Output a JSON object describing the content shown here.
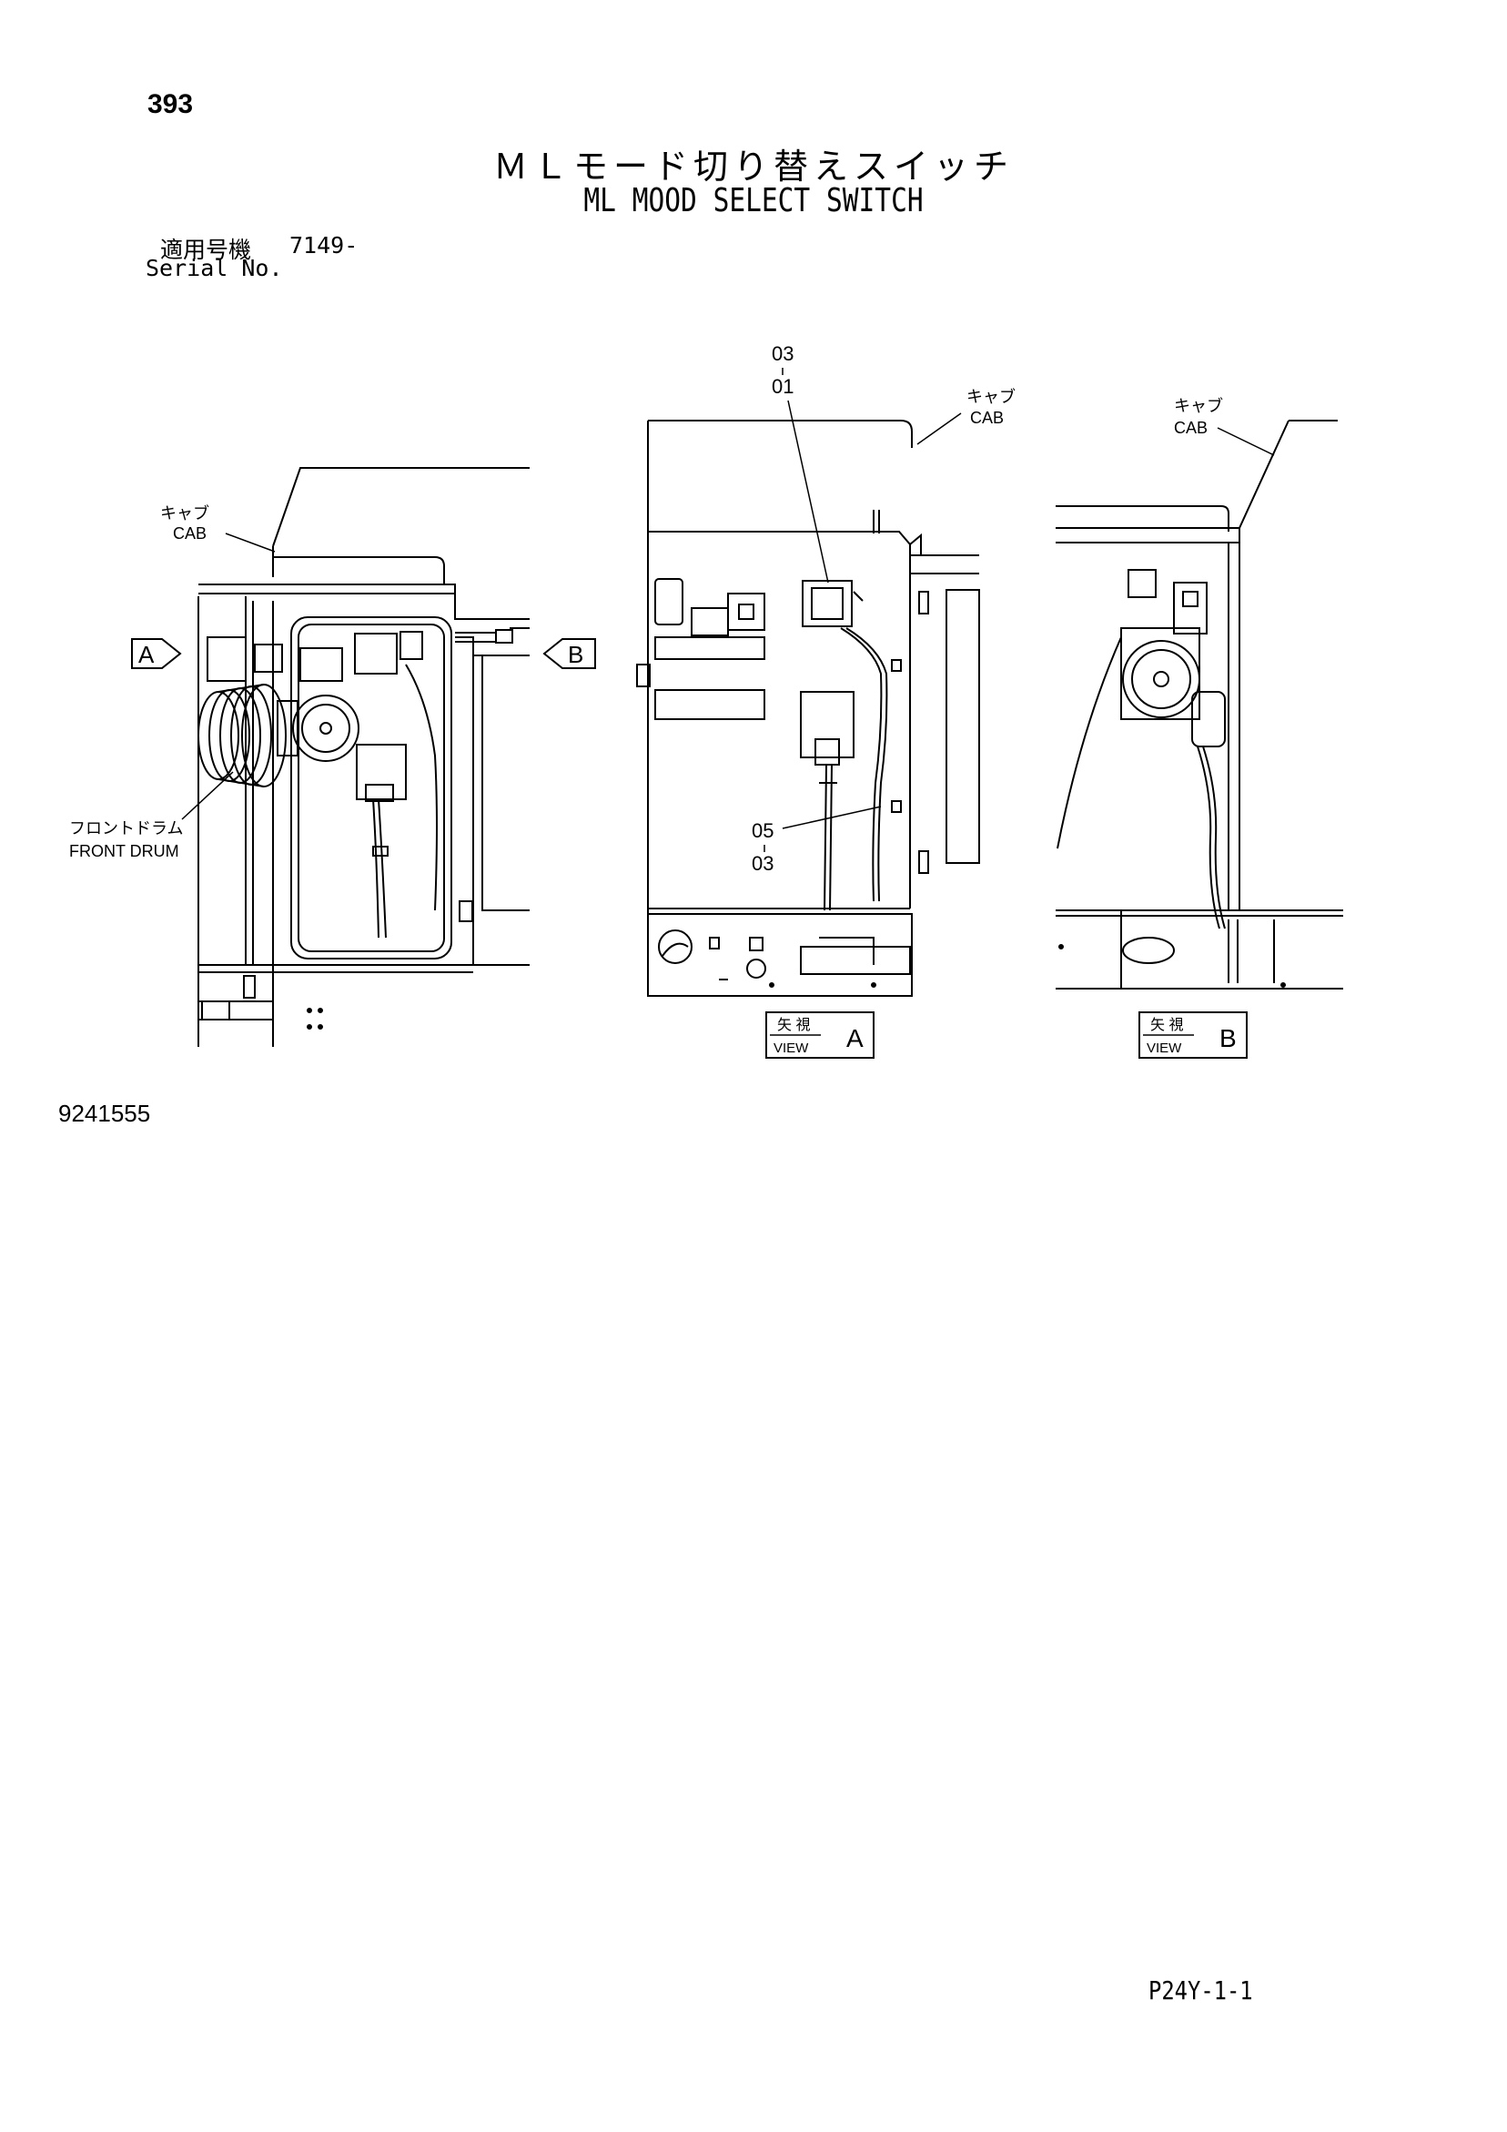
{
  "header": {
    "page_number": "393",
    "title_jp": "ＭＬモード切り替えスイッチ",
    "title_en": "ML MOOD SELECT SWITCH",
    "serial_label_jp": "適用号機",
    "serial_value": "7149-",
    "serial_label_en": "Serial No."
  },
  "callouts": {
    "cab_jp": "キャブ",
    "cab_en": "CAB",
    "front_drum_jp": "フロントドラム",
    "front_drum_en": "FRONT DRUM",
    "view_a_arrow": "A",
    "view_b_arrow": "B",
    "part_top_upper": "03",
    "part_top_lower": "01",
    "part_mid_upper": "05",
    "part_mid_lower": "03",
    "view_jp": "矢 視",
    "view_en": "VIEW",
    "view_a": "A",
    "view_b": "B"
  },
  "footer": {
    "drawing_number": "9241555",
    "page_code": "P24Y-1-1"
  }
}
